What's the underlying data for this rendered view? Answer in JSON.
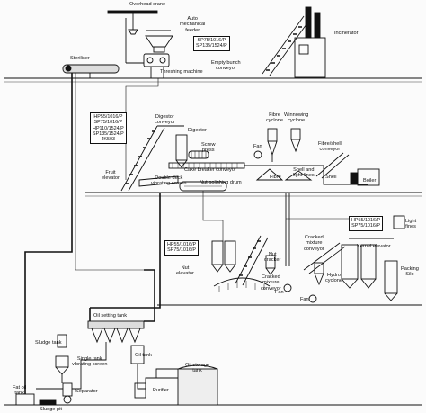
{
  "labels": {
    "overhead_crane": "Overhead crane",
    "auto_feeder_1": "Auto",
    "auto_feeder_2": "mechanical",
    "auto_feeder_3": "feeder",
    "incinerator": "Incinerator",
    "steriliser": "Steriliser",
    "threshing_machine": "Threshing machine",
    "empty_bunch_1": "Empty bunch",
    "empty_bunch_2": "conveyor",
    "digestor_conveyor_1": "Digestor",
    "digestor_conveyor_2": "conveyor",
    "digestor": "Digestor",
    "screw_press_1": "Screw",
    "screw_press_2": "press",
    "fibre_cyclone_1": "Fibre",
    "fibre_cyclone_2": "cyclone",
    "winnowing_cyclone_1": "Winnowing",
    "winnowing_cyclone_2": "cyclone",
    "fibre_shell_conveyor_1": "Fibre/shell",
    "fibre_shell_conveyor_2": "conveyor",
    "fan_1": "Fan",
    "fibre": "Fibre",
    "shell_light_fines_1": "Shell and",
    "shell_light_fines_2": "light fines",
    "shell": "Shell",
    "boiler": "Boiler",
    "fruit_elevator_1": "Fruit",
    "fruit_elevator_2": "elevator",
    "cake_breaker_conveyor": "Cake breaker conveyor",
    "double_deck_1": "Double deck",
    "double_deck_2": "vibrating screen",
    "nut_polishing_drum": "Nut polishing drum",
    "light_fines_1": "Light",
    "light_fines_2": "fines",
    "kernel_elevator": "Kernel elevator",
    "cracked_mixture_1": "Cracked",
    "cracked_mixture_2": "mixture",
    "cracked_mixture_3": "conveyor",
    "packing_silo_1": "Packing",
    "packing_silo_2": "Silo",
    "nut_elevator_1": "Nut",
    "nut_elevator_2": "elevator",
    "nut_cracker_1": "Nut",
    "nut_cracker_2": "cracker",
    "cracked_mixture_b1": "Cracked",
    "cracked_mixture_b2": "mixture",
    "cracked_mixture_b3": "conveyor",
    "hydro_cyclone_1": "Hydro",
    "hydro_cyclone_2": "cyclone",
    "fan_2": "Fan",
    "fan_3": "Fan",
    "oil_setting_tank": "Oil setting tank",
    "sludge_tank": "Sludge tank",
    "single_tank_1": "Single tank",
    "single_tank_2": "vibrating screen",
    "oil_tank": "Oil tank",
    "oil_storage_1": "Oil storage",
    "oil_storage_2": "tank",
    "fat_oil_1": "Fat oil",
    "fat_oil_2": "tank",
    "separator": "Separator",
    "purifier": "Purifier",
    "sludge_pit": "Sludge pit"
  },
  "model_boxes": {
    "top": [
      "SP75/1016/P",
      "SP135/1524/P"
    ],
    "mid": [
      "HP55/1016/P",
      "SP75/1016/P",
      "HP110/1524/P",
      "SP135/1524/P",
      "JK503"
    ],
    "nut": [
      "HP55/1016/P",
      "SP75/1016/P"
    ],
    "kernel": [
      "HP55/1016/P",
      "SP75/1016/P"
    ]
  }
}
